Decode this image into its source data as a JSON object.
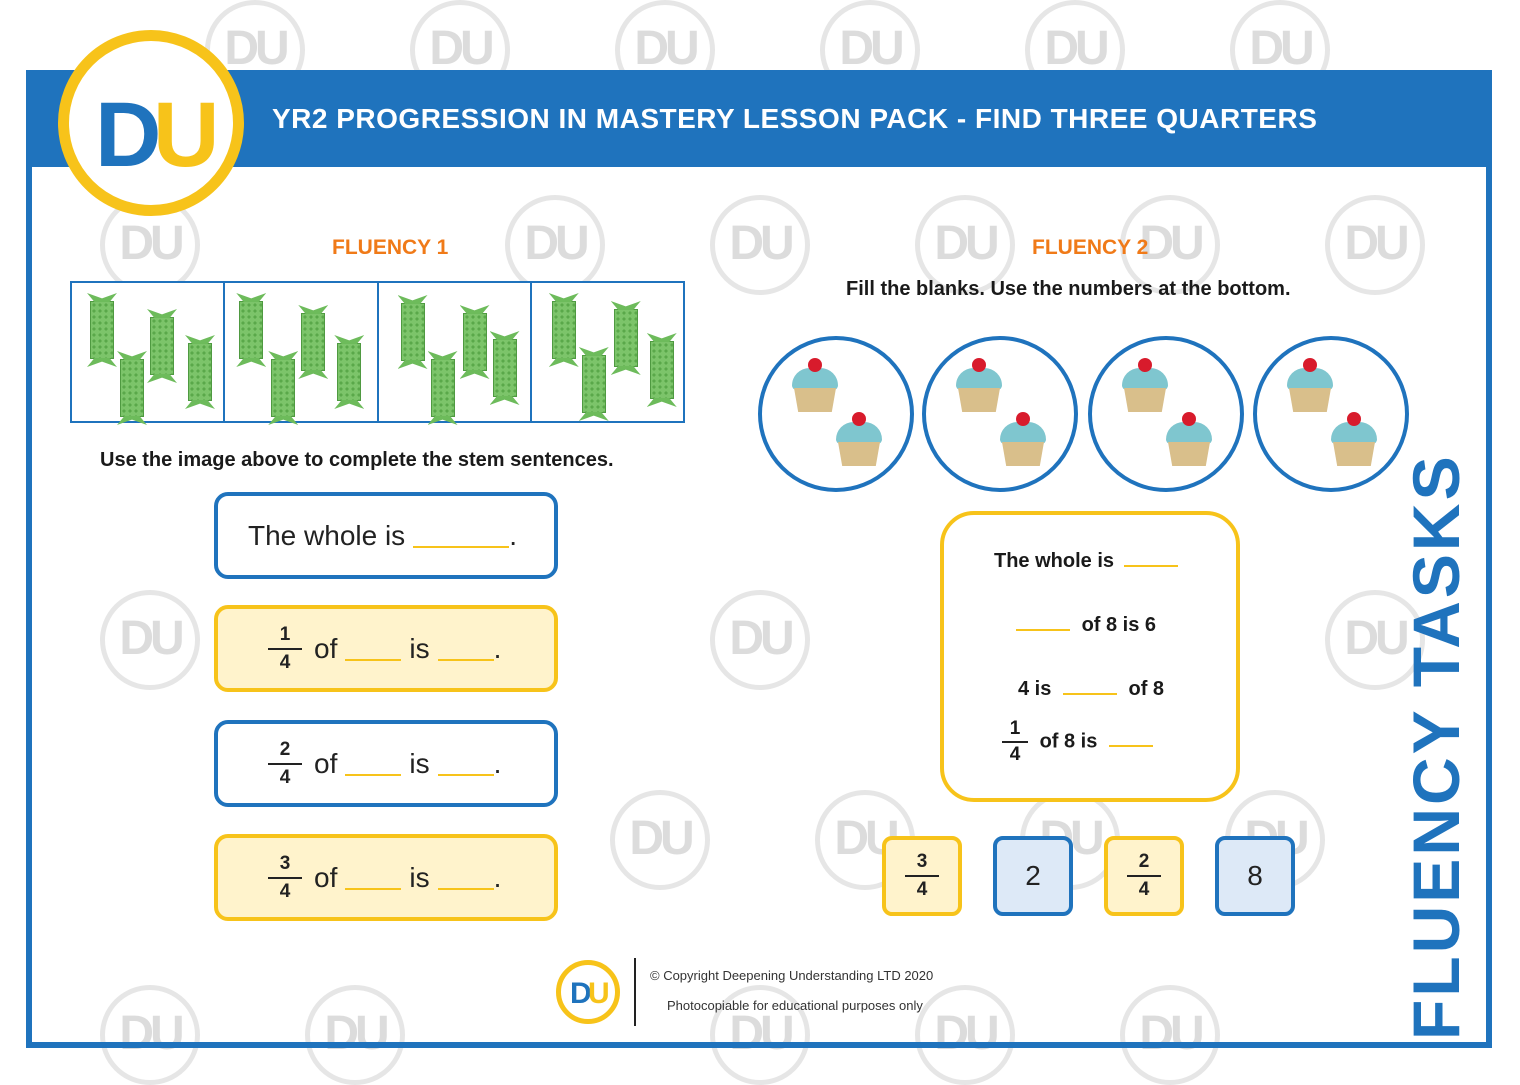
{
  "header": {
    "logo_text": "DU",
    "title": "YR2 PROGRESSION IN MASTERY LESSON PACK - FIND THREE QUARTERS"
  },
  "watermark": {
    "text": "DU",
    "caption": "© Deepening Understanding"
  },
  "fluency1": {
    "title": "FLUENCY 1",
    "instruction": "Use the image above to complete the stem sentences.",
    "stems": [
      {
        "text_a": "The whole is",
        "text_b": "."
      },
      {
        "num": "1",
        "den": "4",
        "of": "of",
        "is": "is",
        "end": "."
      },
      {
        "num": "2",
        "den": "4",
        "of": "of",
        "is": "is",
        "end": "."
      },
      {
        "num": "3",
        "den": "4",
        "of": "of",
        "is": "is",
        "end": "."
      }
    ]
  },
  "fluency2": {
    "title": "FLUENCY 2",
    "instruction": "Fill the blanks. Use the numbers at the bottom.",
    "lines": {
      "l1": "The whole is",
      "l2": "of  8 is 6",
      "l3a": "4 is",
      "l3b": "of 8",
      "l4_num": "1",
      "l4_den": "4",
      "l4": "of 8 is"
    },
    "cards": [
      {
        "num": "3",
        "den": "4"
      },
      {
        "value": "2"
      },
      {
        "num": "2",
        "den": "4"
      },
      {
        "value": "8"
      }
    ]
  },
  "side_label": "FLUENCY TASKS",
  "footer": {
    "copyright": "© Copyright Deepening Understanding LTD 2020",
    "note": "Photocopiable for educational purposes only"
  },
  "colors": {
    "blue": "#1f73bd",
    "gold": "#f7c31a",
    "orange": "#f07a18"
  }
}
